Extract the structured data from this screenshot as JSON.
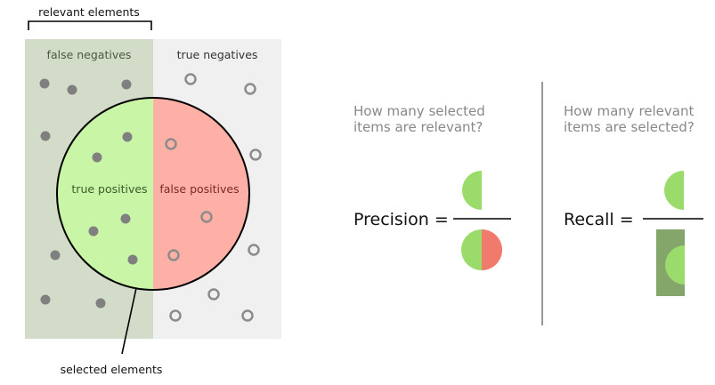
{
  "diagram": {
    "relevant_label": "relevant elements",
    "selected_label": "selected elements",
    "regions": {
      "false_negatives": "false negatives",
      "true_negatives": "true negatives",
      "true_positives": "true positives",
      "false_positives": "false positives"
    },
    "colors": {
      "relevant_bg": "#d3dcc9",
      "nonrelevant_bg": "#f0f0f0",
      "true_positive": "#c9f5a6",
      "false_positive": "#ffb0a6",
      "dot": "#808080",
      "ring": "#8c8c8c",
      "half_green": "#9bdb6c",
      "half_red": "#f07a6c",
      "recall_rect": "#85a66b"
    }
  },
  "precision": {
    "question_line1": "How many selected",
    "question_line2": "items are relevant?",
    "label": "Precision ="
  },
  "recall": {
    "question_line1": "How many relevant",
    "question_line2": "items are selected?",
    "label": "Recall ="
  }
}
